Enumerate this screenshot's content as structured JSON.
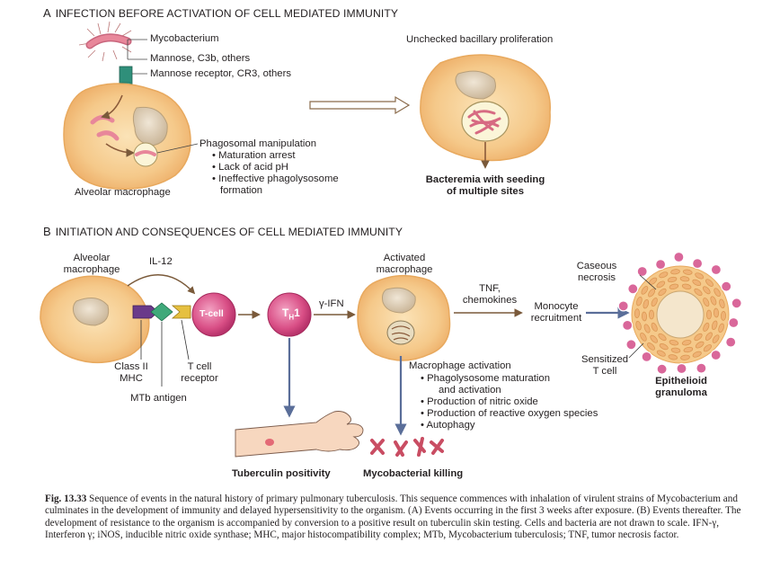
{
  "sectionA": {
    "letter": "A",
    "title": "INFECTION BEFORE ACTIVATION OF CELL MEDIATED IMMUNITY",
    "mycobacterium": "Mycobacterium",
    "mannose_c3b": "Mannose, C3b, others",
    "mannose_receptor": "Mannose receptor, CR3, others",
    "phagosomal": "Phagosomal manipulation",
    "bullets": [
      "Maturation arrest",
      "Lack of acid pH",
      "Ineffective phagolysosome",
      "formation"
    ],
    "alveolar_macrophage": "Alveolar macrophage",
    "unchecked": "Unchecked bacillary proliferation",
    "bacteremia_line1": "Bacteremia with seeding",
    "bacteremia_line2": "of multiple sites"
  },
  "sectionB": {
    "letter": "B",
    "title": "INITIATION AND CONSEQUENCES OF CELL MEDIATED IMMUNITY",
    "alveolar_line1": "Alveolar",
    "alveolar_line2": "macrophage",
    "il12": "IL-12",
    "tcell": "T-cell",
    "th1_main": "T",
    "th1_sub": "H",
    "th1_num": "1",
    "ifn": "γ-IFN",
    "activated_line1": "Activated",
    "activated_line2": "macrophage",
    "tnf_line1": "TNF,",
    "tnf_line2": "chemokines",
    "monocyte_line1": "Monocyte",
    "monocyte_line2": "recruitment",
    "caseous_line1": "Caseous",
    "caseous_line2": "necrosis",
    "sensitized_line1": "Sensitized",
    "sensitized_line2": "T cell",
    "epithelioid_line1": "Epithelioid",
    "epithelioid_line2": "granuloma",
    "class2_line1": "Class II",
    "class2_line2": "MHC",
    "tcell_receptor_line1": "T cell",
    "tcell_receptor_line2": "receptor",
    "mtb_antigen": "MTb antigen",
    "macrophage_activation": "Macrophage activation",
    "activation_bullets": [
      "Phagolysosome maturation",
      "and activation",
      "Production of nitric oxide",
      "Production of reactive oxygen species",
      "Autophagy"
    ],
    "tuberculin": "Tuberculin positivity",
    "killing": "Mycobacterial killing"
  },
  "caption": {
    "fig": "Fig. 13.33",
    "text": "Sequence of events in the natural history of primary pulmonary tuberculosis. This sequence commences with inhalation of virulent strains of Mycobacterium and culminates in the development of immunity and delayed hypersensitivity to the organism. (A) Events occurring in the first 3 weeks after exposure. (B) Events thereafter. The development of resistance to the organism is accompanied by conversion to a positive result on tuberculin skin testing. Cells and bacteria are not drawn to scale. IFN-γ, Interferon γ; iNOS, inducible nitric oxide synthase; MHC, major histocompatibility complex; MTb, Mycobacterium tuberculosis; TNF, tumor necrosis factor."
  },
  "colors": {
    "macrophage_fill": "#f5c98a",
    "macrophage_edge": "#e8a95e",
    "nucleus": "#d8c8b0",
    "bacterium": "#e8879a",
    "tcell": "#d94f86",
    "arrow": "#8a6a4a",
    "blue_arrow": "#6b7fa8"
  }
}
